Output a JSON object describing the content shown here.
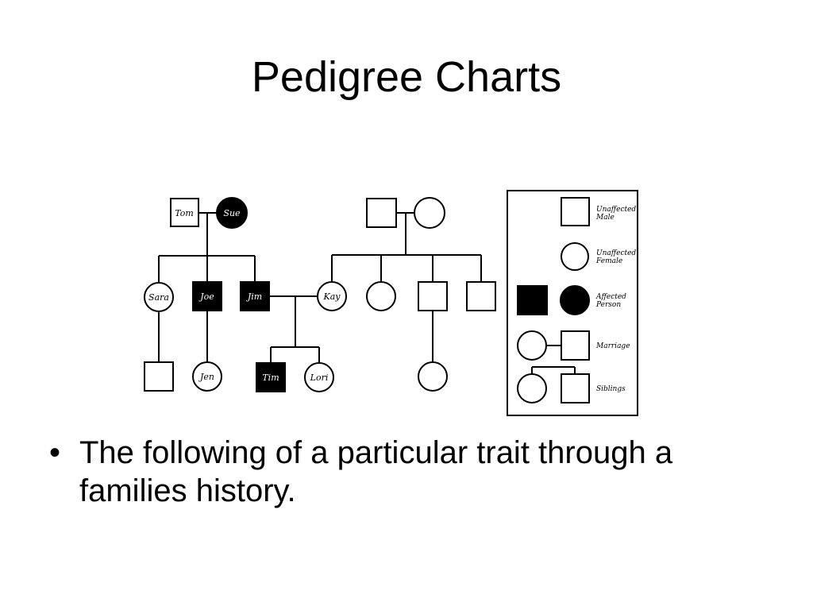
{
  "slide": {
    "title": "Pedigree Charts",
    "bullet_char": "•",
    "bullets": [
      "The following of a particular trait through a families history."
    ]
  },
  "pedigree": {
    "people": {
      "tom": {
        "name": "Tom",
        "sex": "male",
        "affected": false
      },
      "sue": {
        "name": "Sue",
        "sex": "female",
        "affected": true
      },
      "sara": {
        "name": "Sara",
        "sex": "female",
        "affected": false
      },
      "joe": {
        "name": "Joe",
        "sex": "male",
        "affected": true
      },
      "jim": {
        "name": "Jim",
        "sex": "male",
        "affected": true
      },
      "kay": {
        "name": "Kay",
        "sex": "female",
        "affected": false
      },
      "jen": {
        "name": "Jen",
        "sex": "female",
        "affected": false
      },
      "tim": {
        "name": "Tim",
        "sex": "male",
        "affected": true
      },
      "lori": {
        "name": "Lori",
        "sex": "female",
        "affected": false
      }
    },
    "colors": {
      "affected": "#000000",
      "unaffected": "#ffffff",
      "line": "#000000"
    }
  },
  "legend": {
    "unaffected_male": [
      "Unaffected",
      "Male"
    ],
    "unaffected_female": [
      "Unaffected",
      "Female"
    ],
    "affected_person": [
      "Affected",
      "Person"
    ],
    "marriage": "Marriage",
    "siblings": "Siblings"
  }
}
